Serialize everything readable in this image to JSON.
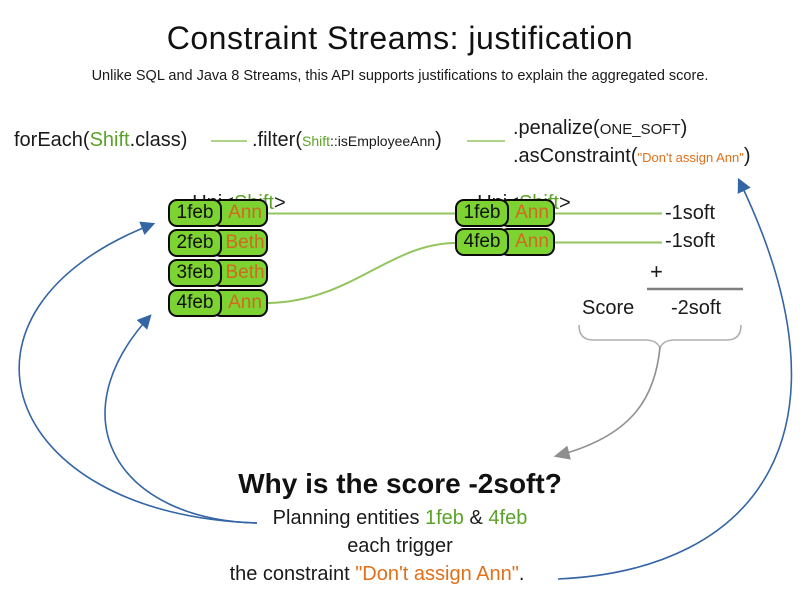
{
  "title": "Constraint Streams: justification",
  "subtitle": "Unlike SQL and Java 8 Streams, this API supports justifications to explain the aggregated score.",
  "code": {
    "foreach_prefix": "forEach(",
    "foreach_class": "Shift",
    "foreach_suffix": ".class)",
    "filter_prefix": ".filter(",
    "filter_class": "Shift",
    "filter_rest": "::isEmployeeAnn",
    "filter_suffix": ")",
    "penalize_prefix": ".penalize(",
    "penalize_arg": "ONE_SOFT",
    "penalize_suffix": ")",
    "asconstraint_prefix": ".asConstraint(",
    "asconstraint_arg": "\"Don't assign Ann\"",
    "asconstraint_suffix": ")"
  },
  "uni_left": {
    "prefix": "Uni<",
    "name": "Shift",
    "suffix": ">"
  },
  "uni_right": {
    "prefix": "Uni<",
    "name": "Shift",
    "suffix": ">"
  },
  "left_table": {
    "rows": [
      {
        "date": "1feb",
        "name": "Ann"
      },
      {
        "date": "2feb",
        "name": "Beth"
      },
      {
        "date": "3feb",
        "name": "Beth"
      },
      {
        "date": "4feb",
        "name": "Ann"
      }
    ]
  },
  "right_table": {
    "rows": [
      {
        "date": "1feb",
        "name": "Ann"
      },
      {
        "date": "4feb",
        "name": "Ann"
      }
    ]
  },
  "scores": {
    "penalties": [
      "-1soft",
      "-1soft"
    ],
    "plus_sign": "+",
    "score_label": "Score",
    "total": "-2soft"
  },
  "why": {
    "heading": "Why is the score -2soft?",
    "line1_prefix": "Planning entities ",
    "line1_entity1": "1feb",
    "line1_joiner": " & ",
    "line1_entity2": "4feb",
    "line2": "each trigger",
    "line3_prefix": "the constraint ",
    "line3_constraint": "\"Don't assign Ann\"",
    "line3_suffix": "."
  },
  "colors": {
    "green_text": "#5ba328",
    "green_box": "#7cd332",
    "green_line": "#93c45e",
    "orange": "#d2691e",
    "constraint_orange": "#e0701a",
    "blue": "#3465a4",
    "gray": "#8f8f8f"
  }
}
